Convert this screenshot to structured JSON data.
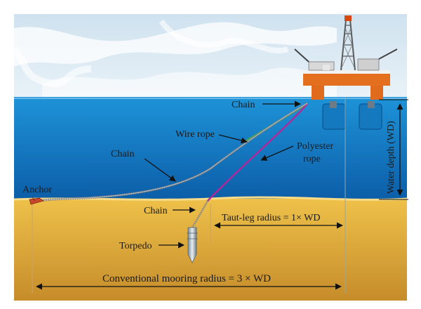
{
  "labels": {
    "chain_top": "Chain",
    "wire_rope": "Wire rope",
    "chain_left": "Chain",
    "polyester_line1": "Polyester",
    "polyester_line2": "rope",
    "anchor": "Anchor",
    "chain_bottom": "Chain",
    "torpedo": "Torpedo",
    "taut_leg_radius": "Taut-leg radius = 1× WD",
    "conventional_radius": "Conventional mooring radius  = 3 × WD",
    "water_depth": "Water depth (WD)"
  },
  "colors": {
    "sky": "#dbe9f2",
    "sea_top": "#1e8fd4",
    "sea_bottom": "#0a5fa8",
    "seabed_top": "#e2b437",
    "seabed_bottom": "#c9902a",
    "wire_rope": "#3fa552",
    "polyester_rope": "#b0289a",
    "chain": "#8a8a8a",
    "platform": "#e06b1c"
  }
}
